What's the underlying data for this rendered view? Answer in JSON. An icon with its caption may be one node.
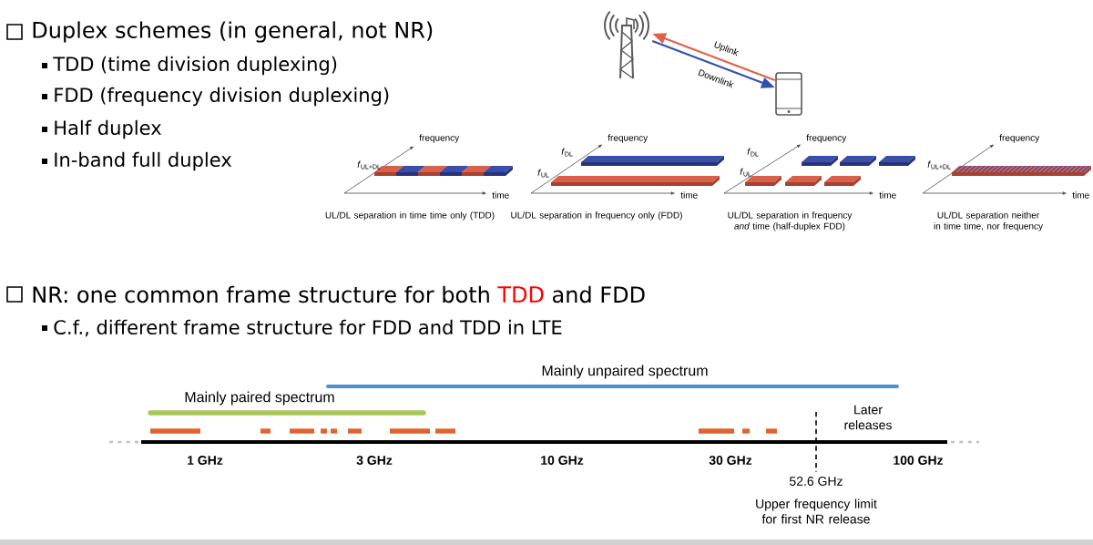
{
  "diagram": {
    "nodes": [
      {
        "text": [],
        "shape": "picture"
      },
      {
        "text": [],
        "shape": "picture"
      }
    ],
    "edges": [
      {
        "from": 1,
        "to": 0,
        "arrow": "to",
        "label": "Uplink",
        "color": "#e0604a"
      },
      {
        "from": 0,
        "to": 1,
        "arrow": "to",
        "label": "Downlink",
        "color": "#3050b0"
      }
    ],
    "labels": [
      "Duplex schemes (in general, not NR)",
      "TDD (time division duplexing)",
      "FDD (frequency division duplexing)",
      "Half duplex",
      "In-band full duplex",
      "frequency",
      "*f*$_{UL+DL}$",
      "time",
      "UL/DL separation in time time only (TDD)",
      "frequency",
      "*f*$_{DL}$",
      "*f*$_{UL}$",
      "time",
      "UL/DL separation in frequency only (FDD)",
      "frequency",
      "*f*$_{DL}$",
      "*f*$_{UL}$",
      "time",
      "UL/DL separation in frequency *and* time (half-duplex FDD)",
      "frequency",
      "*f*$_{UL+DL}$",
      "time",
      "UL/DL separation neither in time time, nor frequency",
      "NR: one common frame structure for both",
      "TDD",
      "and FDD",
      "C.f., different frame structure for FDD and TDD in LTE",
      "Mainly unpaired spectrum",
      "Mainly paired spectrum",
      "Later releases",
      "1 GHz",
      "3 GHz",
      "10 GHz",
      "30 GHz",
      "100 GHz",
      "52.6 GHz",
      "Upper frequency limit for first NR release"
    ]
  }
}
